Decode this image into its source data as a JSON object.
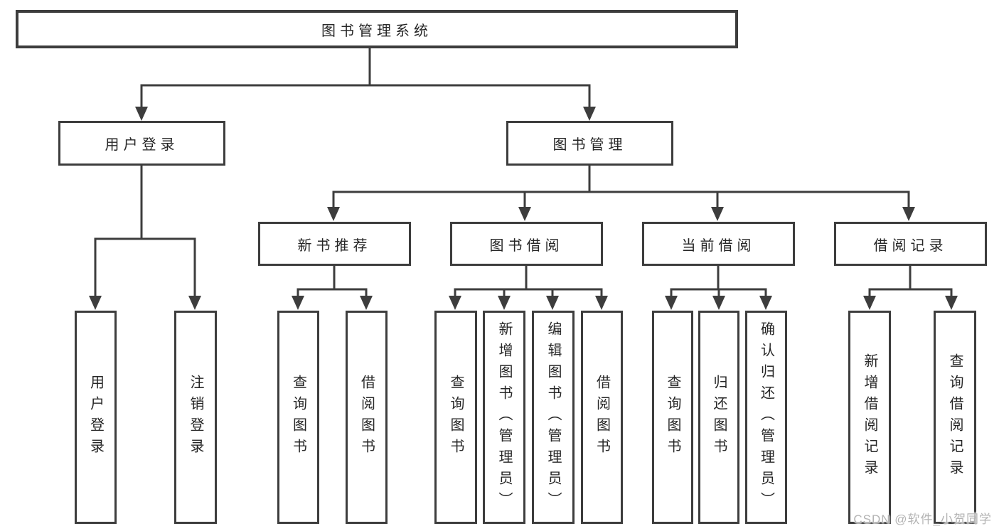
{
  "colors": {
    "line": "#3d3d3d",
    "text": "#262626",
    "watermark": "#b3b3b3",
    "background": "#ffffff"
  },
  "watermark": {
    "text": "CSDN @软件_小贺同学"
  },
  "tree": {
    "label": "图书管理系统",
    "children": [
      {
        "label": "用户登录",
        "children": [
          {
            "label": "用户登录"
          },
          {
            "label": "注销登录"
          }
        ]
      },
      {
        "label": "图书管理",
        "children": [
          {
            "label": "新书推荐",
            "children": [
              {
                "label": "查询图书"
              },
              {
                "label": "借阅图书"
              }
            ]
          },
          {
            "label": "图书借阅",
            "children": [
              {
                "label": "查询图书"
              },
              {
                "label": "新增图书（管理员）"
              },
              {
                "label": "编辑图书（管理员）"
              },
              {
                "label": "借阅图书"
              }
            ]
          },
          {
            "label": "当前借阅",
            "children": [
              {
                "label": "查询图书"
              },
              {
                "label": "归还图书"
              },
              {
                "label": "确认归还（管理员）"
              }
            ]
          },
          {
            "label": "借阅记录",
            "children": [
              {
                "label": "新增借阅记录"
              },
              {
                "label": "查询借阅记录"
              }
            ]
          }
        ]
      }
    ]
  }
}
